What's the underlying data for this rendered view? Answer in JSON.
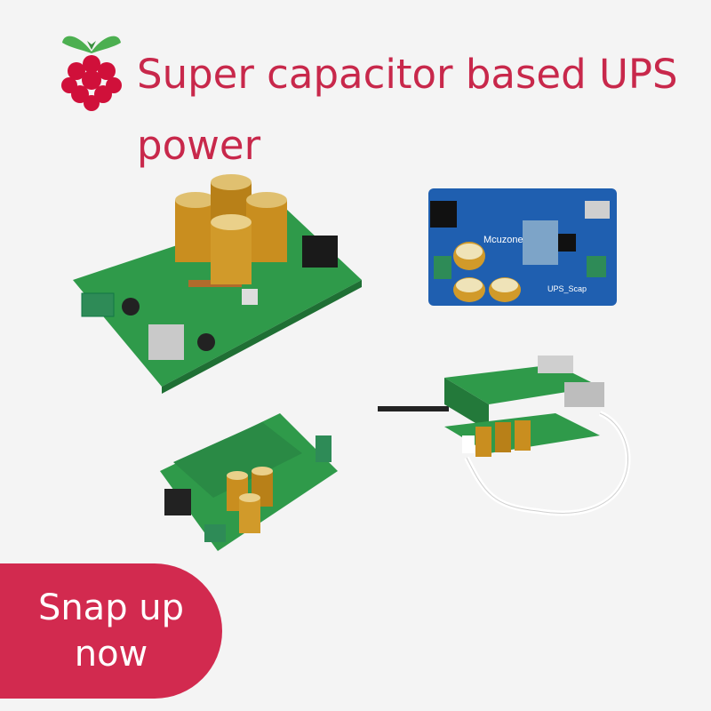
{
  "headline": "Super capacitor based UPS power",
  "cta": {
    "label": "Snap up now"
  },
  "board_labels": {
    "blue_board_brand": "Mcuzone",
    "blue_board_model": "UPS_Scap"
  },
  "colors": {
    "accent": "#c8284b",
    "cta_background": "#d22a4f",
    "green_pcb": "#2f9a4a",
    "blue_pcb": "#1f5fb0",
    "capacitor_gold": "#c98e1f"
  },
  "icons": {
    "logo": "raspberry-pi-logo-icon"
  }
}
